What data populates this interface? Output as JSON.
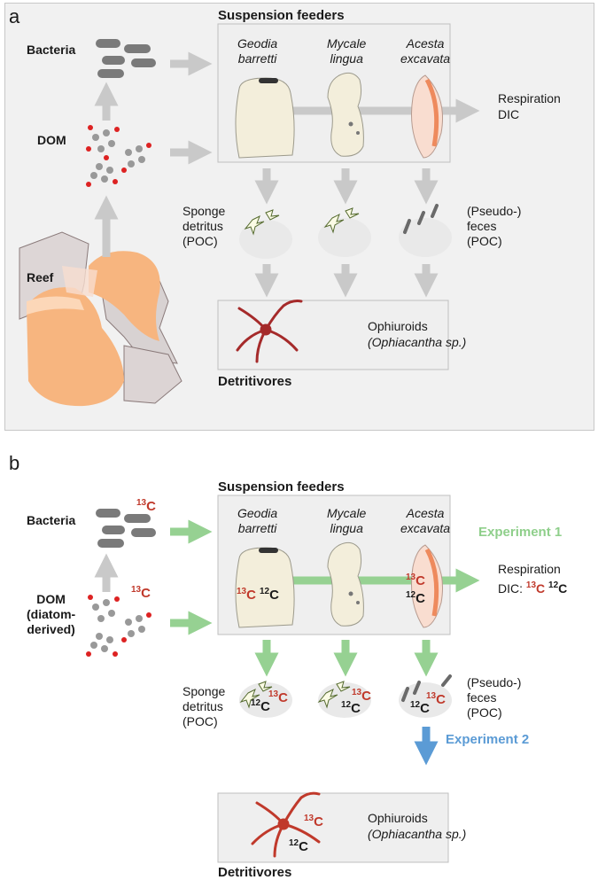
{
  "panels": [
    {
      "label": "a",
      "header": "Suspension feeders",
      "species": [
        {
          "genus": "Geodia",
          "epithet": "barretti"
        },
        {
          "genus": "Mycale",
          "epithet": "lingua"
        },
        {
          "genus": "Acesta",
          "epithet": "excavata"
        }
      ],
      "bacteria": "Bacteria",
      "dom": "DOM",
      "reef": "Reef",
      "respiration": "Respiration",
      "dic": "DIC",
      "sponge_detritus": [
        "Sponge",
        "detritus",
        "(POC)"
      ],
      "feces": [
        "(Pseudo-)",
        "feces",
        "(POC)"
      ],
      "ophiuroids": "Ophiuroids",
      "ophiacantha": "(Ophiacantha sp.)",
      "detritivores": "Detritivores"
    },
    {
      "label": "b",
      "header": "Suspension feeders",
      "species": [
        {
          "genus": "Geodia",
          "epithet": "barretti"
        },
        {
          "genus": "Mycale",
          "epithet": "lingua"
        },
        {
          "genus": "Acesta",
          "epithet": "excavata"
        }
      ],
      "bacteria": "Bacteria",
      "dom": [
        "DOM",
        "(diatom-",
        "derived)"
      ],
      "respiration": "Respiration",
      "dic": "DIC:",
      "sponge_detritus": [
        "Sponge",
        "detritus",
        "(POC)"
      ],
      "feces": [
        "(Pseudo-)",
        "feces",
        "(POC)"
      ],
      "ophiuroids": "Ophiuroids",
      "ophiacantha": "(Ophiacantha sp.)",
      "detritivores": "Detritivores",
      "experiment1": "Experiment 1",
      "experiment2": "Experiment 2",
      "isotope13": {
        "mass": "13",
        "element": "C"
      },
      "isotope12": {
        "mass": "12",
        "element": "C"
      }
    }
  ],
  "colors": {
    "arrow_gray": "#c9c9c9",
    "arrow_green": "#96d192",
    "arrow_blue": "#5b9bd5",
    "label13": "#c0392b",
    "sponge_fill": "#f3eedb",
    "reef_orange": "#f5b47f",
    "ophiuroid": "#a52a2a"
  }
}
